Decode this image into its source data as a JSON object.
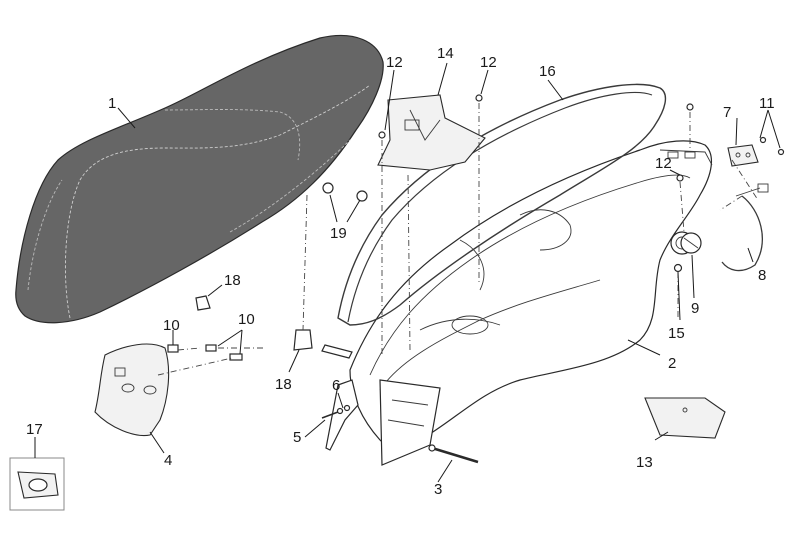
{
  "diagram": {
    "callouts": [
      {
        "id": "c1",
        "label": "1"
      },
      {
        "id": "c2",
        "label": "2"
      },
      {
        "id": "c3",
        "label": "3"
      },
      {
        "id": "c4",
        "label": "4"
      },
      {
        "id": "c5",
        "label": "5"
      },
      {
        "id": "c6",
        "label": "6"
      },
      {
        "id": "c7",
        "label": "7"
      },
      {
        "id": "c8",
        "label": "8"
      },
      {
        "id": "c9",
        "label": "9"
      },
      {
        "id": "c10a",
        "label": "10"
      },
      {
        "id": "c10b",
        "label": "10"
      },
      {
        "id": "c11",
        "label": "11"
      },
      {
        "id": "c12a",
        "label": "12"
      },
      {
        "id": "c12b",
        "label": "12"
      },
      {
        "id": "c12c",
        "label": "12"
      },
      {
        "id": "c13",
        "label": "13"
      },
      {
        "id": "c14",
        "label": "14"
      },
      {
        "id": "c15",
        "label": "15"
      },
      {
        "id": "c16",
        "label": "16"
      },
      {
        "id": "c17",
        "label": "17"
      },
      {
        "id": "c18a",
        "label": "18"
      },
      {
        "id": "c18b",
        "label": "18"
      },
      {
        "id": "c19",
        "label": "19"
      }
    ],
    "colors": {
      "line": "#1a1a1a",
      "seat_fill": "#666666",
      "background": "#ffffff"
    }
  }
}
